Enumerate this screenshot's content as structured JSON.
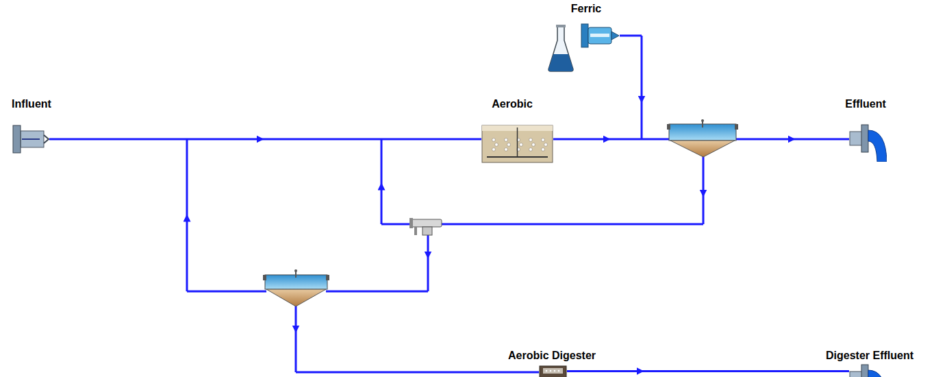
{
  "diagram": {
    "nodes": [
      {
        "text": [
          "Ferric"
        ]
      },
      {
        "text": [
          "Influent"
        ]
      },
      {
        "text": [
          "Aerobic"
        ]
      },
      {
        "text": [
          "Effluent"
        ]
      },
      {
        "text": [
          "Aerobic Digester"
        ]
      },
      {
        "text": [
          "Digester Effluent"
        ]
      }
    ],
    "edges": [
      {
        "from": 1,
        "to": 2,
        "arrow": "to"
      },
      {
        "from": 4,
        "to": 5,
        "arrow": "to"
      }
    ]
  }
}
